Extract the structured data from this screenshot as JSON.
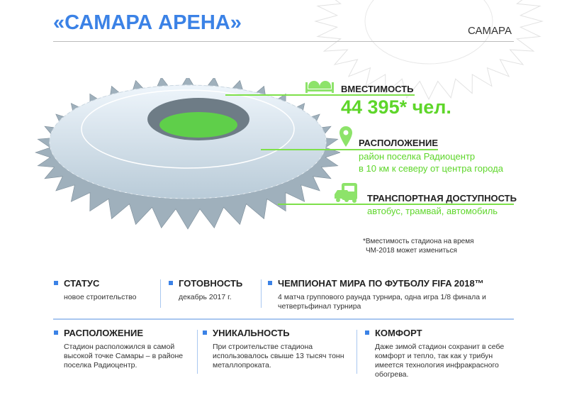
{
  "header": {
    "title": "«САМАРА АРЕНА»",
    "city": "САМАРА"
  },
  "capacity": {
    "icon": "seats-icon",
    "label": "ВМЕСТИМОСТЬ",
    "value": "44 395* чел."
  },
  "location": {
    "icon": "map-pin-icon",
    "label": "РАСПОЛОЖЕНИЕ",
    "lines": [
      "район поселка Радиоцентр",
      "в 10 км к северу от центра города"
    ]
  },
  "transport": {
    "icon": "bus-car-icon",
    "label": "ТРАНСПОРТНАЯ ДОСТУПНОСТЬ",
    "text": "автобус, трамвай, автомобиль"
  },
  "note": [
    "*Вместимость стадиона на время",
    "ЧМ-2018 может измениться"
  ],
  "facts": [
    {
      "title": "СТАТУС",
      "text": "новое строительство"
    },
    {
      "title": "ГОТОВНОСТЬ",
      "text": "декабрь 2017 г."
    },
    {
      "title": "ЧЕМПИОНАТ МИРА ПО ФУТБОЛУ FIFA 2018™",
      "text": "4 матча группового раунда турнира, одна игра 1/8 финала и четвертьфинал турнира"
    },
    {
      "title": "РАСПОЛОЖЕНИЕ",
      "text": "Стадион расположился в самой высокой точке Самары – в районе поселка Радиоцентр."
    },
    {
      "title": "УНИКАЛЬНОСТЬ",
      "text": "При строительстве стадиона использовалось свыше 13 тысяч тонн металлопроката."
    },
    {
      "title": "КОМФОРТ",
      "text": "Даже зимой стадион сохранит в себе комфорт и тепло, так как у трибун имеется технология инфракрасного обогрева."
    }
  ],
  "colors": {
    "blue": "#3b82e6",
    "green": "#5ed62a"
  }
}
